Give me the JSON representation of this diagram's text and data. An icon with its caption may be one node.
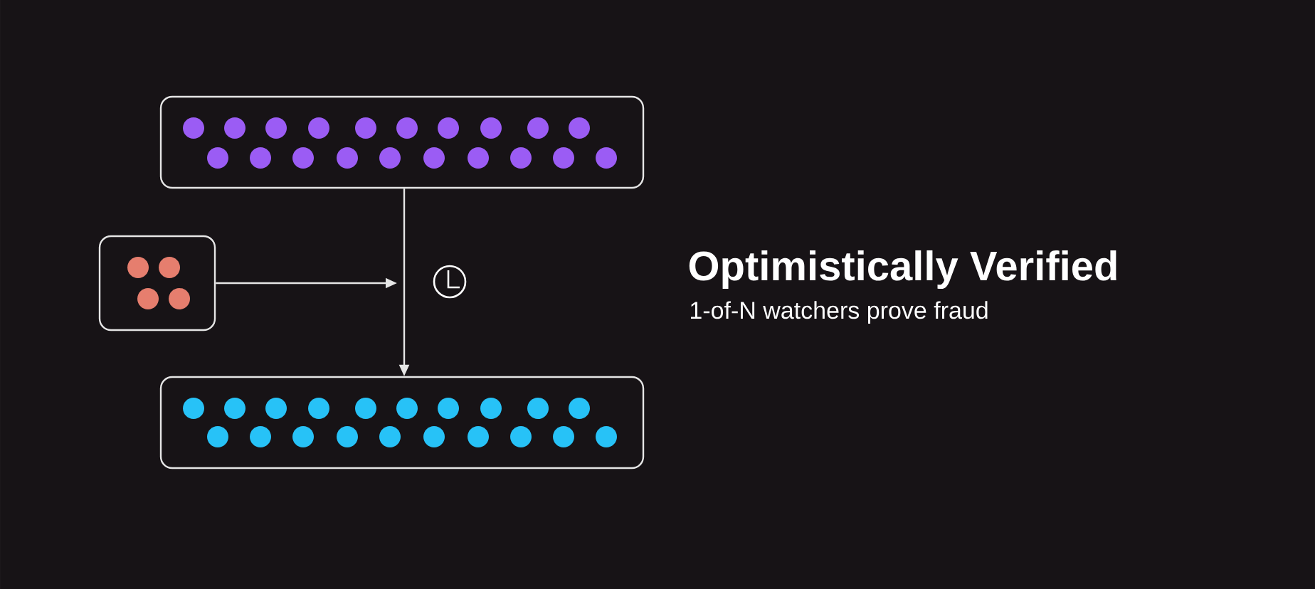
{
  "diagram": {
    "title": "Optimistically Verified",
    "nodes": [
      {
        "text": [],
        "shape": "box"
      },
      {
        "text": [],
        "shape": "box"
      },
      {
        "text": [],
        "shape": "box"
      }
    ],
    "edges": [
      {
        "from": 0,
        "to": 2,
        "arrow": "to"
      },
      {
        "from": 1,
        "to": null,
        "arrow": "to"
      }
    ],
    "labels": [
      "1-of-N watchers prove fraud"
    ]
  }
}
